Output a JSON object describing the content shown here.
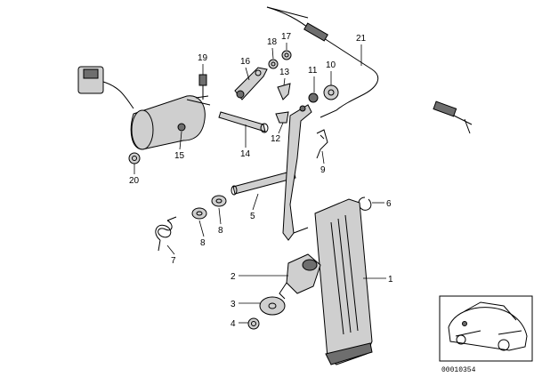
{
  "callouts": {
    "c1": "1",
    "c2": "2",
    "c3": "3",
    "c4": "4",
    "c5": "5",
    "c6": "6",
    "c7": "7",
    "c8a": "8",
    "c8b": "8",
    "c9": "9",
    "c10": "10",
    "c11": "11",
    "c12": "12",
    "c13": "13",
    "c14": "14",
    "c15": "15",
    "c16": "16",
    "c17": "17",
    "c18": "18",
    "c19": "19",
    "c20": "20",
    "c21": "21"
  },
  "inset": {
    "code": "00010354"
  }
}
